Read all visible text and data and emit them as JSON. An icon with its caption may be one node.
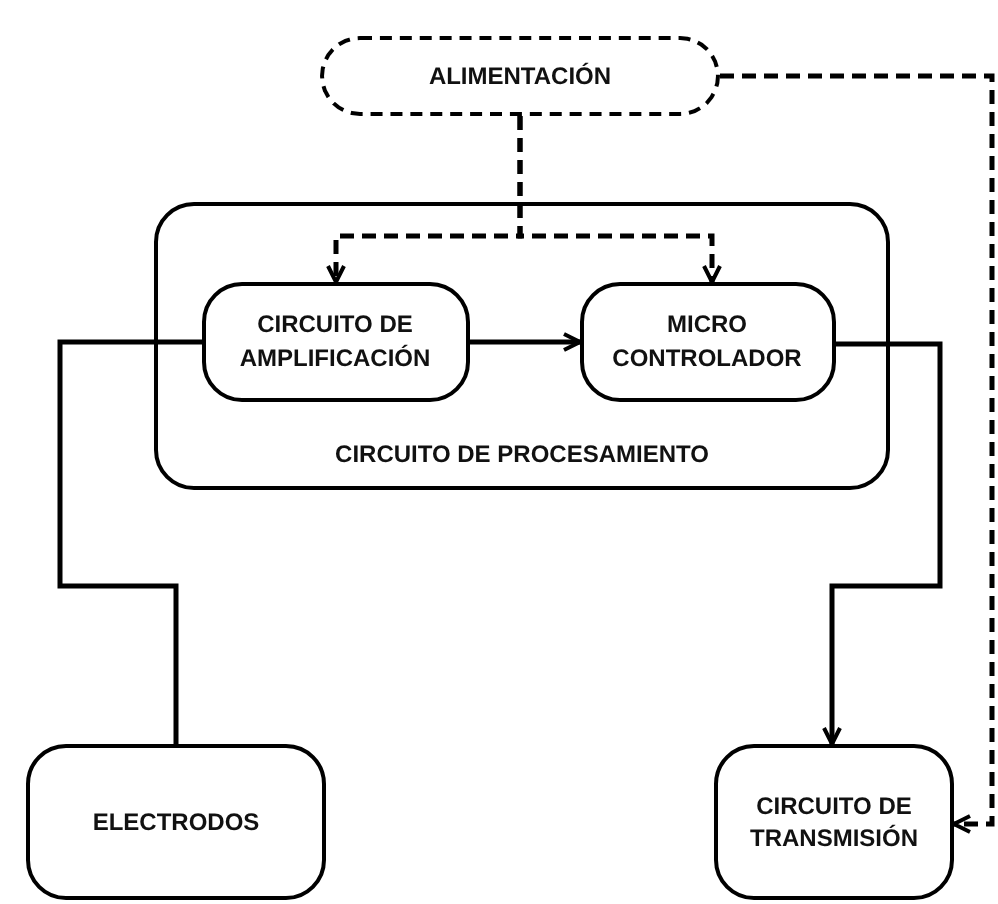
{
  "diagram": {
    "nodes": [
      {
        "text": [
          "ALIMENTACIÓN"
        ]
      },
      {
        "text": [
          "CIRCUITO DE PROCESAMIENTO"
        ]
      },
      {
        "text": [
          "CIRCUITO DE AMPLIFICACIÓN"
        ],
        "in": 1
      },
      {
        "text": [
          "MICRO CONTROLADOR"
        ],
        "in": 1
      },
      {
        "text": [
          "ELECTRODOS"
        ]
      },
      {
        "text": [
          "CIRCUITO DE TRANSMISIÓN"
        ]
      }
    ],
    "edges": [
      {
        "from": 0,
        "to": 2,
        "arrow": "to",
        "style": "dashed"
      },
      {
        "from": 0,
        "to": 3,
        "arrow": "to",
        "style": "dashed"
      },
      {
        "from": 2,
        "to": 3,
        "arrow": "to"
      },
      {
        "from": 4,
        "to": 2,
        "arrow": "none"
      },
      {
        "from": 3,
        "to": 5,
        "arrow": "to"
      },
      {
        "from": 0,
        "to": 5,
        "arrow": "to",
        "style": "dashed"
      }
    ]
  }
}
